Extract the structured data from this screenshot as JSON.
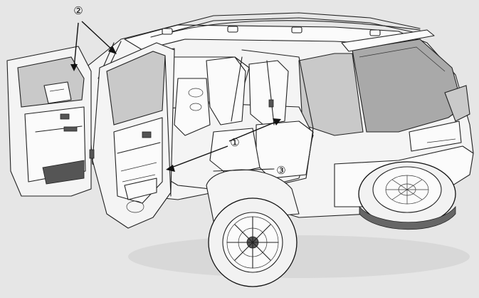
{
  "diagram": {
    "callouts": [
      {
        "id": "1",
        "text": "①"
      },
      {
        "id": "2",
        "text": "②"
      },
      {
        "id": "3",
        "text": "③"
      }
    ],
    "colors": {
      "background": "#e6e6e6",
      "line": "#222222",
      "body_fill": "#f4f4f4",
      "glass_fill": "#c9c9c9"
    }
  }
}
